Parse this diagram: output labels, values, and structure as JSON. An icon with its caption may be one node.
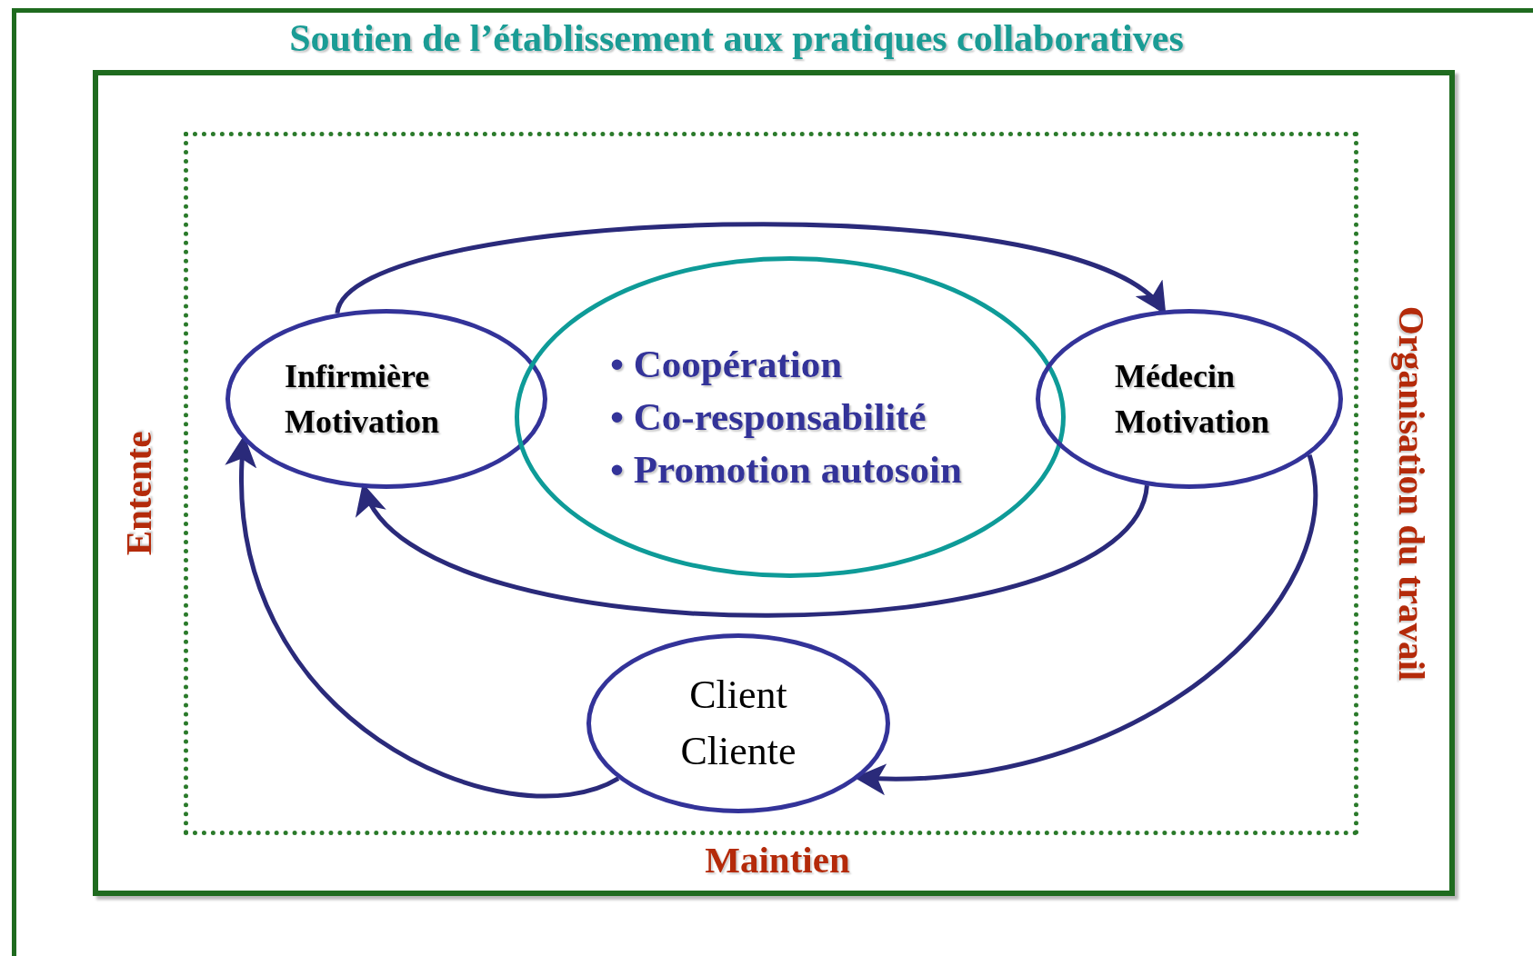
{
  "diagram": {
    "title": "Soutien de l’établissement aux pratiques collaboratives",
    "nodes": [
      {
        "text": [
          "Infirmière",
          "Motivation"
        ]
      },
      {
        "text": [
          "• Coopération",
          "• Co-responsabilité",
          "• Promotion autosoin"
        ]
      },
      {
        "text": [
          "Médecin",
          "Motivation"
        ]
      },
      {
        "text": [
          "Client",
          "Cliente"
        ]
      }
    ],
    "edges": [
      {
        "from": 0,
        "to": 2,
        "arrow": "to"
      },
      {
        "from": 2,
        "to": 0,
        "arrow": "to"
      },
      {
        "from": 2,
        "to": 3,
        "arrow": "to"
      },
      {
        "from": 3,
        "to": 0,
        "arrow": "to"
      }
    ],
    "labels": [
      "Entente",
      "Organisation du travail",
      "Maintien"
    ]
  }
}
